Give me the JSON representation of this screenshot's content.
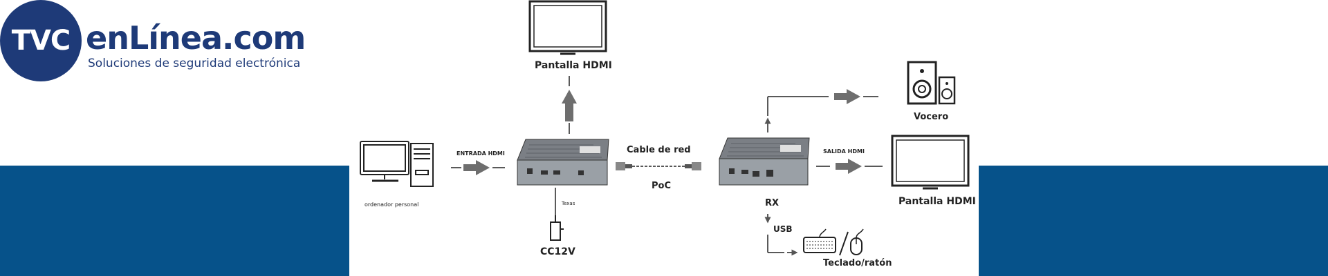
{
  "logo": {
    "mark": "TVC",
    "wordmark": "enLínea.com",
    "tagline": "Soluciones de seguridad electrónica"
  },
  "diagram": {
    "pc_label": "ordenador personal",
    "hdmi_in_label": "ENTRADA HDMI",
    "top_display_label": "Pantalla HDMI",
    "power_label": "CC12V",
    "power_wire_label": "Texas",
    "cable_label": "Cable de red",
    "poc_label": "PoC",
    "receiver_label": "RX",
    "hdmi_out_label": "SALIDA HDMI",
    "right_display_label": "Pantalla HDMI",
    "speaker_label": "Vocero",
    "usb_label": "USB",
    "keyboard_mouse_label": "Teclado/ratón"
  },
  "colors": {
    "band": "#06528a",
    "logo": "#1e3a78",
    "arrow": "#6e6e6e",
    "device": "#7b7f85"
  },
  "icons": [
    "monitor-icon",
    "pc-tower-icon",
    "transmitter-icon",
    "receiver-icon",
    "network-cable-icon",
    "power-adapter-icon",
    "speaker-icon",
    "keyboard-icon",
    "mouse-icon"
  ]
}
